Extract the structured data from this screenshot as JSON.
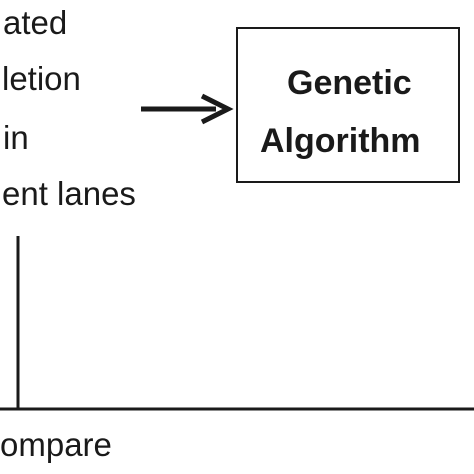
{
  "left_label": {
    "line1": "ated",
    "line2": "letion",
    "line3": "in",
    "line4": "ent lanes"
  },
  "box": {
    "line1": "Genetic",
    "line2": "Algorithm"
  },
  "bottom_label": "ompare",
  "colors": {
    "ink": "#1a1a1a",
    "background": "#ffffff"
  }
}
